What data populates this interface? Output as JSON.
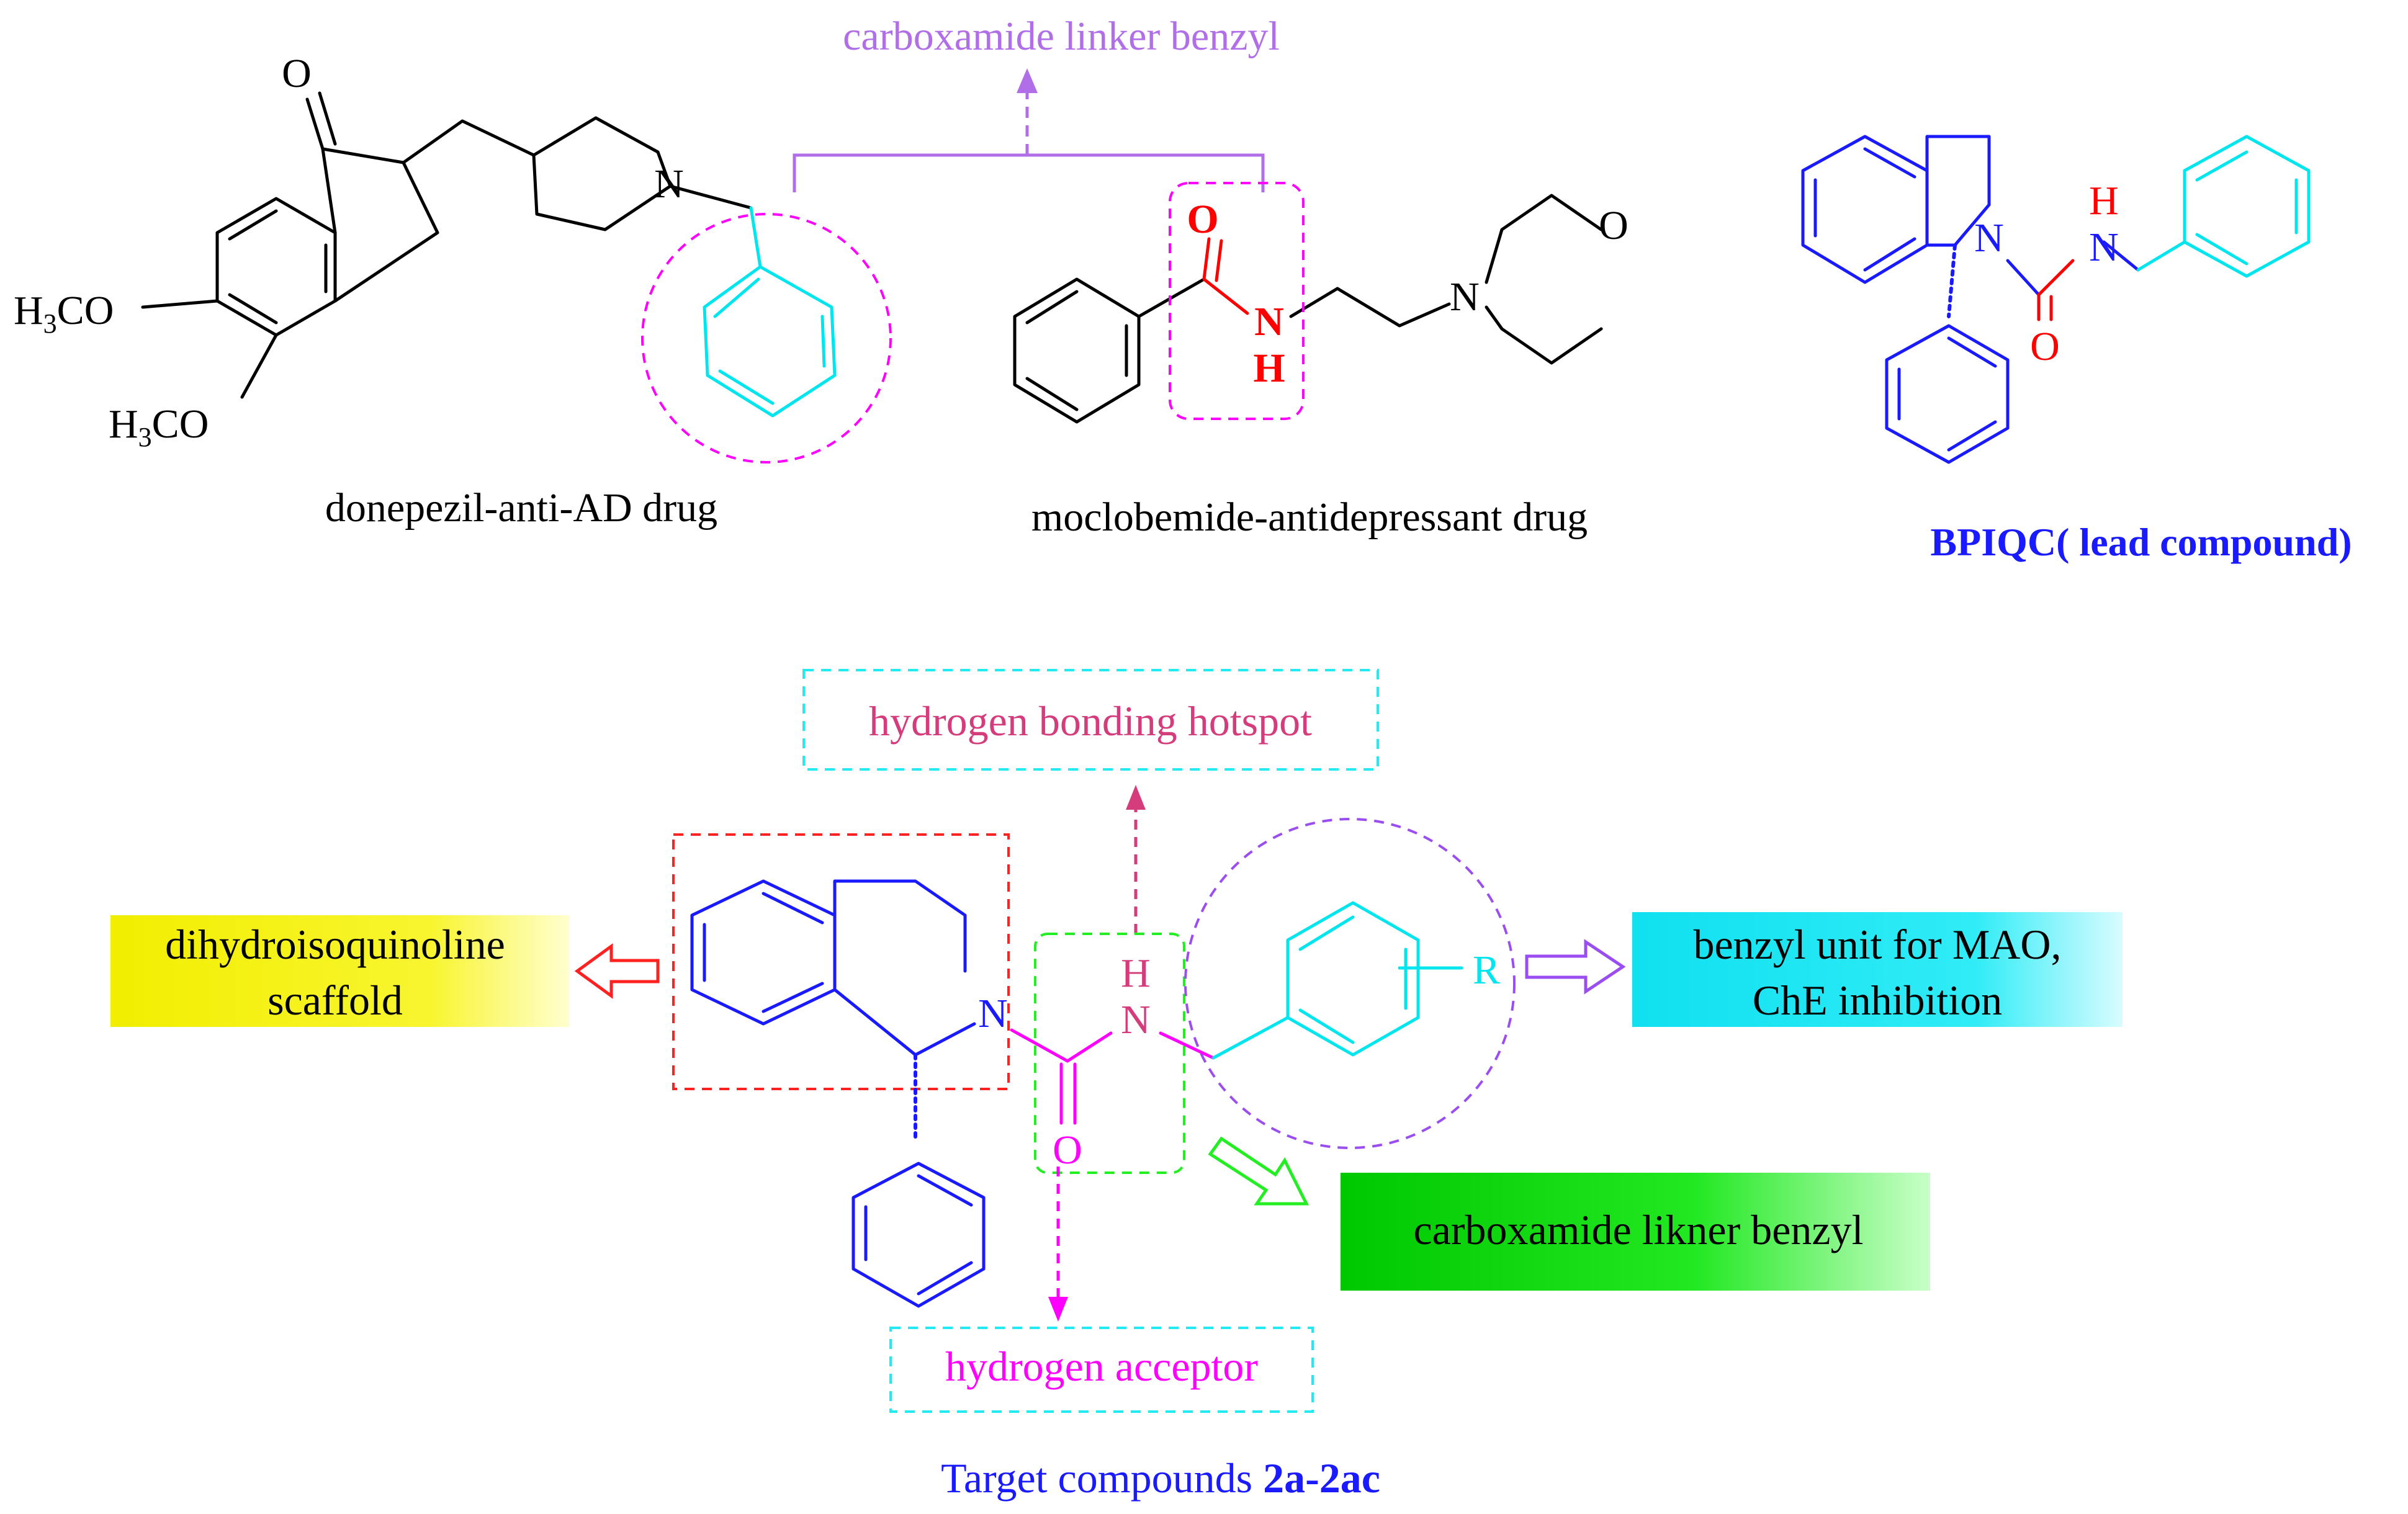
{
  "colors": {
    "black": "#000000",
    "cyan": "#00e5ee",
    "red": "#ff0000",
    "blue": "#1a1aff",
    "magenta": "#ff00ff",
    "purple": "#b06ee8",
    "violet": "#9a4df0",
    "pink": "#d43c7c",
    "green": "#22ee22",
    "dashRed": "#ff2020",
    "yellowBox": "#f5f000",
    "cyanBox": "#22eaf2",
    "greenBox": "#11dd11"
  },
  "top": {
    "linker_label": "carboxamide linker benzyl",
    "donepezil": {
      "o": "O",
      "n": "N",
      "h3co_1_a": "H",
      "h3co_1_b": "3",
      "h3co_1_c": "CO",
      "h3co_2_a": "H",
      "h3co_2_b": "3",
      "h3co_2_c": "CO",
      "caption": "donepezil-anti-AD drug"
    },
    "moclobemide": {
      "o": "O",
      "n": "N",
      "h": "H",
      "n2": "N",
      "o2": "O",
      "caption": "moclobemide-antidepressant drug"
    },
    "bpiqc": {
      "n": "N",
      "nh_n": "N",
      "nh_h": "H",
      "o": "O",
      "caption": "BPIQC( lead compound)"
    }
  },
  "bottom": {
    "hb_hotspot": "hydrogen bonding hotspot",
    "scaffold_line1": "dihydroisoquinoline",
    "scaffold_line2": "scaffold",
    "benzyl_line1": "benzyl unit for MAO,",
    "benzyl_line2": "ChE inhibition",
    "linker_box": "carboxamide likner benzyl",
    "acceptor": "hydrogen acceptor",
    "atom_n": "N",
    "atom_nh_n": "N",
    "atom_nh_h": "H",
    "atom_o": "O",
    "atom_r": "R",
    "target_prefix": "Target compounds ",
    "target_bold": "2a-2ac"
  }
}
